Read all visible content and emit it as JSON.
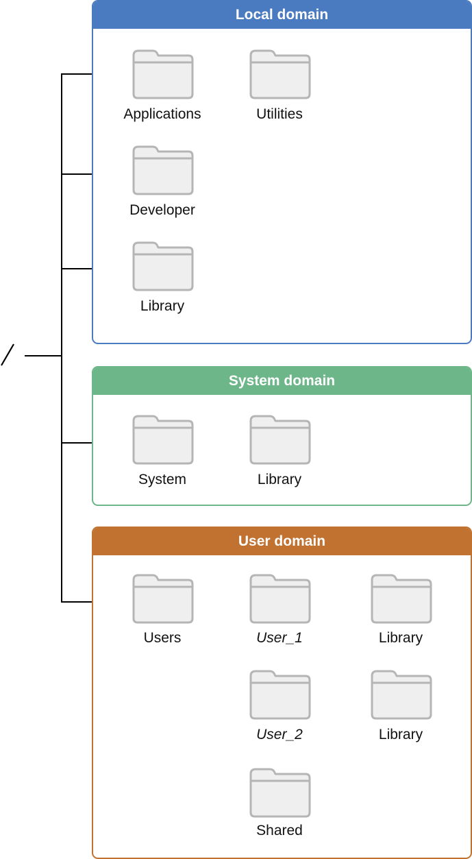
{
  "root_label": "/",
  "colors": {
    "local": "#4a7bc1",
    "system": "#6cb689",
    "user": "#c17230",
    "line": "#000000",
    "folder_fill": "#efefef",
    "folder_stroke": "#b5b5b5"
  },
  "domains": {
    "local": {
      "title": "Local domain",
      "folders": {
        "applications": "Applications",
        "utilities": "Utilities",
        "developer": "Developer",
        "library": "Library"
      }
    },
    "system": {
      "title": "System domain",
      "folders": {
        "system": "System",
        "library": "Library"
      }
    },
    "user": {
      "title": "User domain",
      "folders": {
        "users": "Users",
        "user_1": "User_1",
        "user_1_library": "Library",
        "user_2": "User_2",
        "user_2_library": "Library",
        "shared": "Shared"
      }
    }
  }
}
